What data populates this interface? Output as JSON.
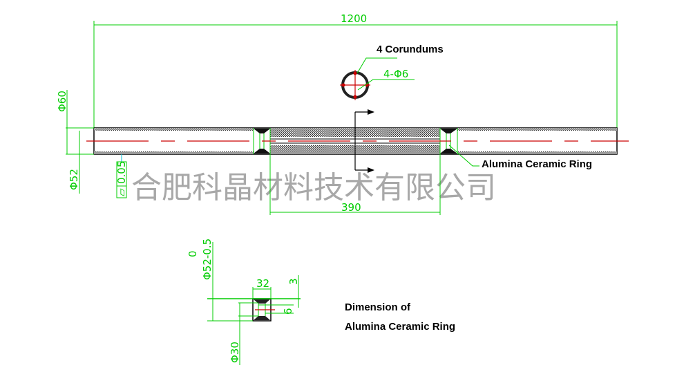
{
  "colors": {
    "dimension": "#00cc00",
    "centerline": "#cc0000",
    "outline": "#000000",
    "leader": "#00bcd4",
    "watermark": "#a8a8a8"
  },
  "dimensions": {
    "total_length": "1200",
    "middle_length": "390",
    "outer_diameter": "Φ60",
    "inner_diameter": "Φ52",
    "flatness_symbol": "⏥",
    "flatness": "0.05",
    "hole_spec": "4-Φ6"
  },
  "labels": {
    "corundums": "4 Corundums",
    "ring": "Alumina Ceramic Ring",
    "dimension_title_1": "Dimension of",
    "dimension_title_2": "Alumina Ceramic Ring"
  },
  "ring_detail": {
    "width": "32",
    "outer_diameter": "Φ52-0.5",
    "outer_tolerance_upper": "0",
    "inner_diameter": "Φ30",
    "groove_depth": "3",
    "groove_width": "6"
  },
  "watermark": "合肥科晶材料技术有限公司"
}
